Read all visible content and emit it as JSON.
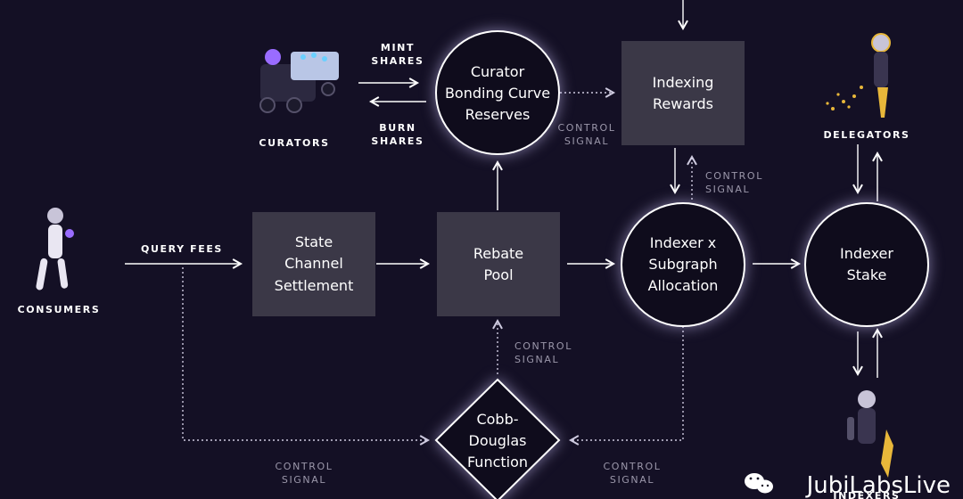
{
  "actors": {
    "curators": "CURATORS",
    "consumers": "CONSUMERS",
    "delegators": "DELEGATORS",
    "indexers": "INDEXERS"
  },
  "nodes": {
    "curator_reserves": [
      "Curator",
      "Bonding Curve",
      "Reserves"
    ],
    "indexing_rewards": [
      "Indexing",
      "Rewards"
    ],
    "state_channel": [
      "State",
      "Channel",
      "Settlement"
    ],
    "rebate_pool": [
      "Rebate",
      "Pool"
    ],
    "allocation": [
      "Indexer x",
      "Subgraph",
      "Allocation"
    ],
    "indexer_stake": [
      "Indexer",
      "Stake"
    ],
    "cobb_douglas": [
      "Cobb-",
      "Douglas",
      "Function"
    ]
  },
  "labels": {
    "mint": [
      "MINT",
      "SHARES"
    ],
    "burn": [
      "BURN",
      "SHARES"
    ],
    "query_fees": "QUERY FEES",
    "control_signal": [
      "CONTROL",
      "SIGNAL"
    ]
  },
  "watermark": "JubiLabsLive",
  "colors": {
    "background": "#141025",
    "box": "#3b3847",
    "accent_yellow": "#e8b73a",
    "accent_purple": "#9a6cff"
  }
}
